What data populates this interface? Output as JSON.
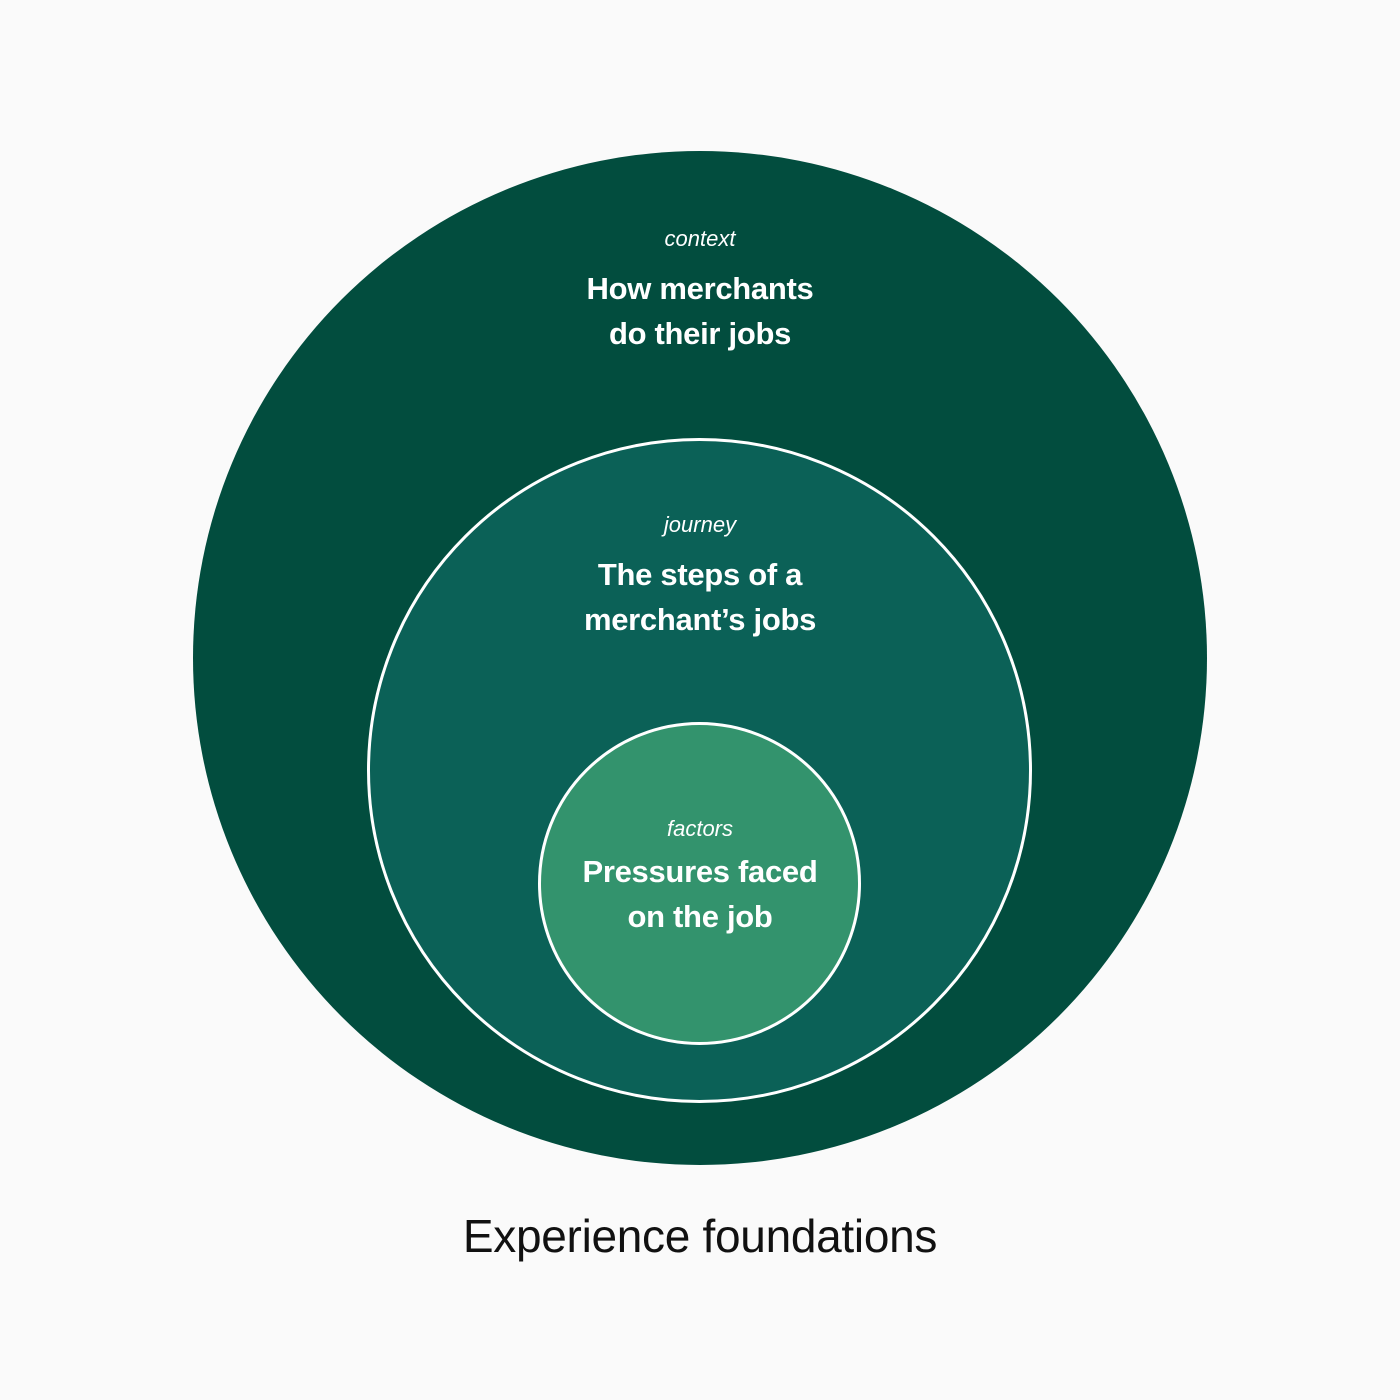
{
  "diagram": {
    "type": "nested-circles",
    "caption": "Experience foundations",
    "colors": {
      "background": "#fafafa",
      "outer": "#024d3e",
      "middle": "#0b6157",
      "inner": "#33936d",
      "ring_stroke": "#ffffff",
      "label_text": "#ffffff",
      "caption_text": "#111111"
    },
    "layers": [
      {
        "id": "outer",
        "kicker": "context",
        "heading_line1": "How merchants",
        "heading_line2": "do their jobs"
      },
      {
        "id": "middle",
        "kicker": "journey",
        "heading_line1": "The steps of a",
        "heading_line2": "merchant’s jobs"
      },
      {
        "id": "inner",
        "kicker": "factors",
        "heading_line1": "Pressures faced",
        "heading_line2": "on the job"
      }
    ]
  }
}
